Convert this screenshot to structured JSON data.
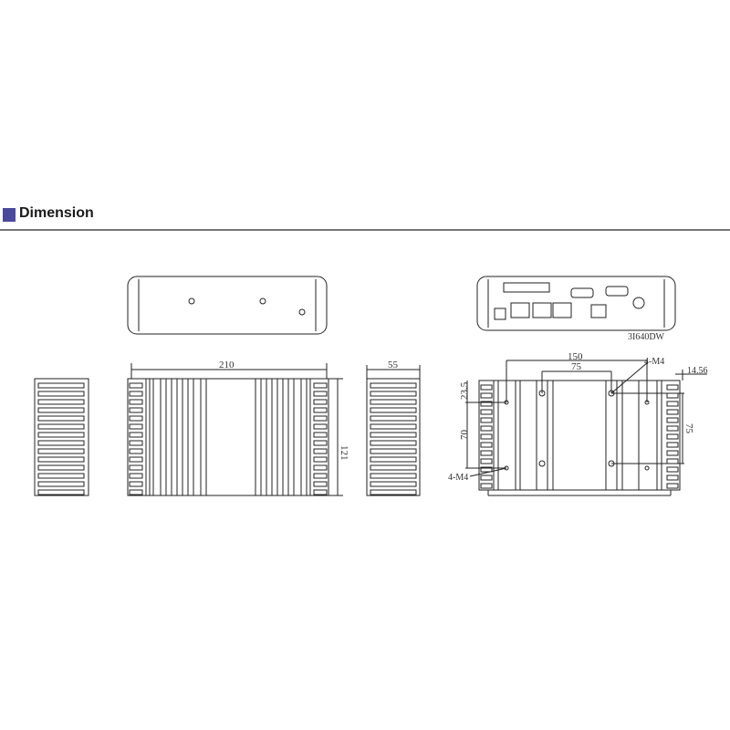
{
  "section": {
    "title": "Dimension",
    "accent_color": "#4a4a9c"
  },
  "top_view": {},
  "rear_panel": {
    "model_label": "3I640DW"
  },
  "front_view": {
    "width_dim": "210",
    "height_dim": "121"
  },
  "side_view": {
    "depth_dim": "55"
  },
  "bottom_view": {
    "dim_150": "150",
    "dim_75_h": "75",
    "dim_75_v": "75",
    "dim_23_5": "23.5",
    "dim_70": "70",
    "dim_14_56": "14.56",
    "hole_label_top": "4-M4",
    "hole_label_bottom": "4-M4"
  }
}
